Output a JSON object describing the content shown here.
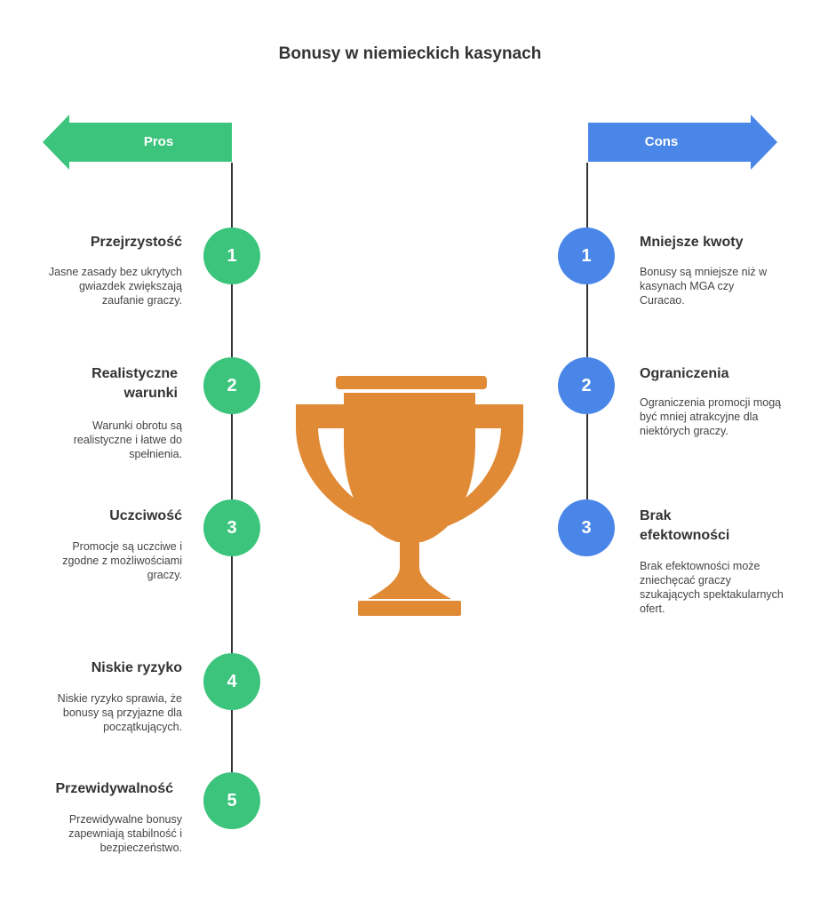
{
  "title": "Bonusy w niemieckich kasynach",
  "colors": {
    "pros": "#3cc47c",
    "cons": "#4a86e8",
    "trophy": "#e08a35"
  },
  "pros": {
    "label": "Pros",
    "items": [
      {
        "num": "1",
        "title": "Przejrzystość",
        "desc": "Jasne zasady bez ukrytych gwiazdek zwiększają zaufanie graczy."
      },
      {
        "num": "2",
        "title": "Realistyczne warunki",
        "desc": "Warunki obrotu są realistyczne i łatwe do spełnienia."
      },
      {
        "num": "3",
        "title": "Uczciwość",
        "desc": "Promocje są uczciwe i zgodne z możliwościami graczy."
      },
      {
        "num": "4",
        "title": "Niskie ryzyko",
        "desc": "Niskie ryzyko sprawia, że bonusy są przyjazne dla początkujących."
      },
      {
        "num": "5",
        "title": "Przewidywalność",
        "desc": "Przewidywalne bonusy zapewniają stabilność i bezpieczeństwo."
      }
    ]
  },
  "cons": {
    "label": "Cons",
    "items": [
      {
        "num": "1",
        "title": "Mniejsze kwoty",
        "desc": "Bonusy są mniejsze niż w kasynach MGA czy Curacao."
      },
      {
        "num": "2",
        "title": "Ograniczenia",
        "desc": "Ograniczenia promocji mogą być mniej atrakcyjne dla niektórych graczy."
      },
      {
        "num": "3",
        "title": "Brak efektowności",
        "desc": "Brak efektowności może zniechęcać graczy szukających spektakularnych ofert."
      }
    ]
  }
}
